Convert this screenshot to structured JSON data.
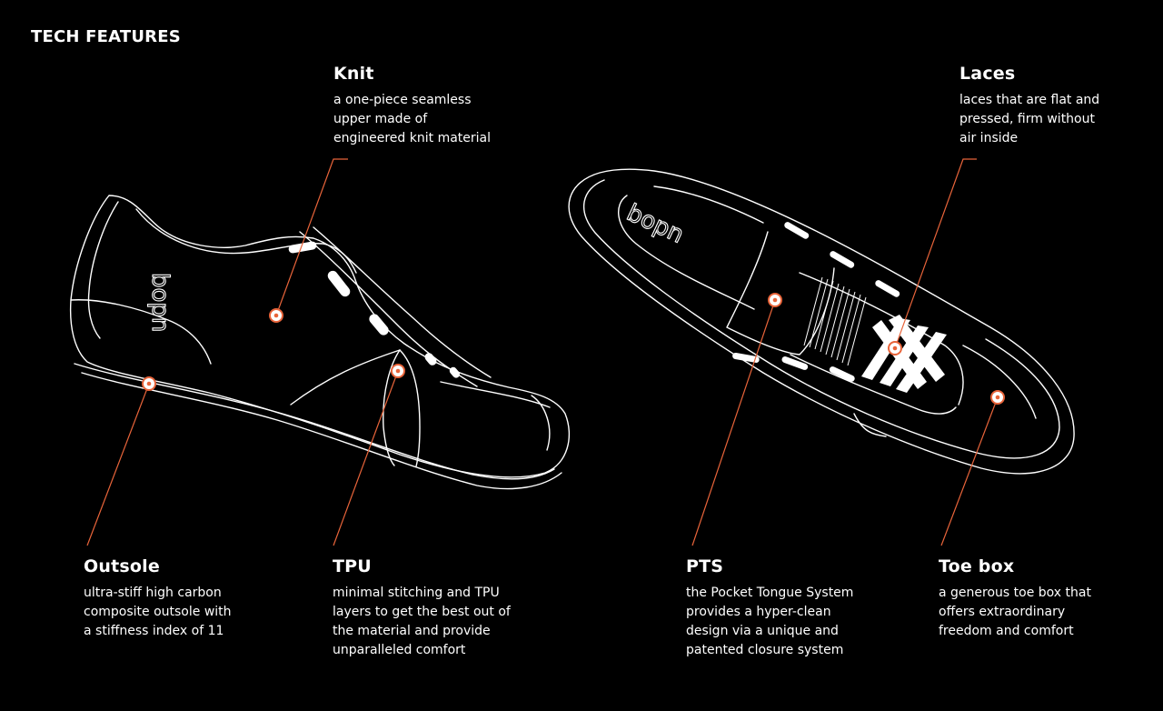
{
  "page": {
    "title": "TECH FEATURES"
  },
  "colors": {
    "background": "#000000",
    "line": "#ffffff",
    "accent": "#e8643a"
  },
  "features": [
    {
      "id": "knit",
      "title": "Knit",
      "lines": [
        "a one-piece seamless",
        "upper made of",
        "engineered knit material"
      ]
    },
    {
      "id": "laces",
      "title": "Laces",
      "lines": [
        "laces that are flat and",
        "pressed, firm without",
        "air inside"
      ]
    },
    {
      "id": "outsole",
      "title": "Outsole",
      "lines": [
        "ultra-stiff high carbon",
        "composite outsole with",
        "a stiffness index of 11"
      ]
    },
    {
      "id": "tpu",
      "title": "TPU",
      "lines": [
        "minimal stitching and TPU",
        "layers to get the best out of",
        "the material and provide",
        "unparalleled comfort"
      ]
    },
    {
      "id": "pts",
      "title": "PTS",
      "lines": [
        "the Pocket Tongue System",
        "provides a hyper-clean",
        "design via a unique and",
        "patented closure system"
      ]
    },
    {
      "id": "toe-box",
      "title": "Toe box",
      "lines": [
        "a generous toe box that",
        "offers extraordinary",
        "freedom and comfort"
      ]
    }
  ],
  "logos": {
    "side_shoe": "bopn",
    "top_shoe": "bopn"
  }
}
